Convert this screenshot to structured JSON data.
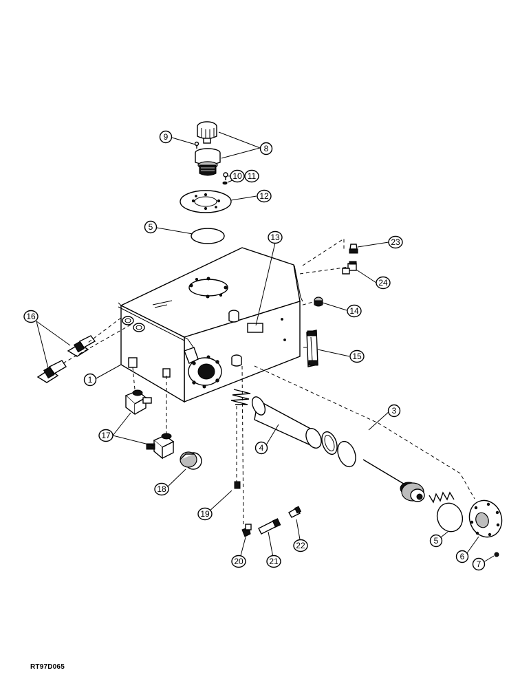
{
  "diagram": {
    "figure_code": "RT97D065",
    "callouts": [
      {
        "id": "c9",
        "num": "9"
      },
      {
        "id": "c8",
        "num": "8"
      },
      {
        "id": "c10",
        "num": "10"
      },
      {
        "id": "c11",
        "num": "11"
      },
      {
        "id": "c12",
        "num": "12"
      },
      {
        "id": "c5a",
        "num": "5"
      },
      {
        "id": "c13",
        "num": "13"
      },
      {
        "id": "c23",
        "num": "23"
      },
      {
        "id": "c24",
        "num": "24"
      },
      {
        "id": "c14",
        "num": "14"
      },
      {
        "id": "c16",
        "num": "16"
      },
      {
        "id": "c15",
        "num": "15"
      },
      {
        "id": "c1",
        "num": "1"
      },
      {
        "id": "c3",
        "num": "3"
      },
      {
        "id": "c17",
        "num": "17"
      },
      {
        "id": "c4",
        "num": "4"
      },
      {
        "id": "c18",
        "num": "18"
      },
      {
        "id": "c19",
        "num": "19"
      },
      {
        "id": "c22",
        "num": "22"
      },
      {
        "id": "c5b",
        "num": "5"
      },
      {
        "id": "c6",
        "num": "6"
      },
      {
        "id": "c7",
        "num": "7"
      },
      {
        "id": "c20",
        "num": "20"
      },
      {
        "id": "c21",
        "num": "21"
      }
    ]
  }
}
